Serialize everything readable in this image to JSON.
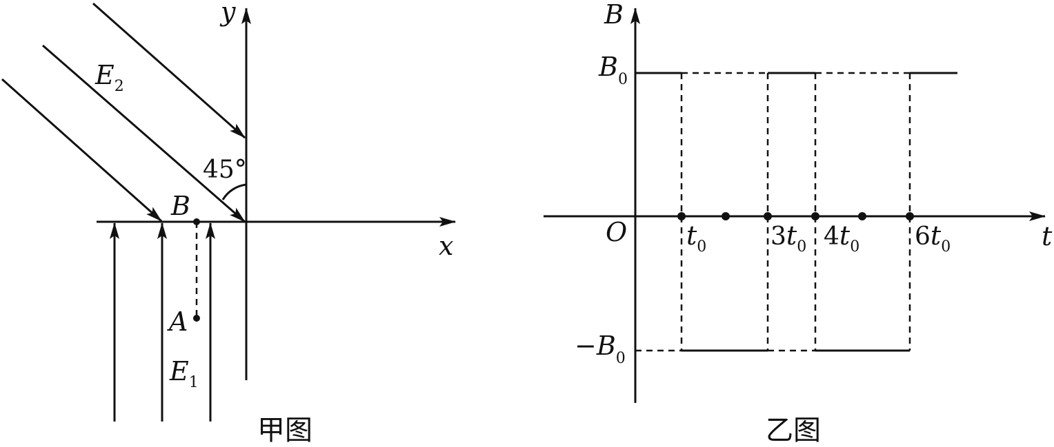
{
  "left": {
    "axis_x": "x",
    "axis_y": "y",
    "field2": "E",
    "field2_sub": "2",
    "field1": "E",
    "field1_sub": "1",
    "angle": "45°",
    "pointA": "A",
    "pointB": "B",
    "caption": "甲图"
  },
  "right": {
    "axis_y": "B",
    "axis_x": "t",
    "origin": "O",
    "b0": "B",
    "b0_sub": "0",
    "neg": "−B",
    "neg_sub": "0",
    "ticks": [
      {
        "coef": "",
        "var": "t",
        "sub": "0"
      },
      {
        "coef": "3",
        "var": "t",
        "sub": "0"
      },
      {
        "coef": "4",
        "var": "t",
        "sub": "0"
      },
      {
        "coef": "6",
        "var": "t",
        "sub": "0"
      }
    ],
    "caption": "乙图"
  }
}
